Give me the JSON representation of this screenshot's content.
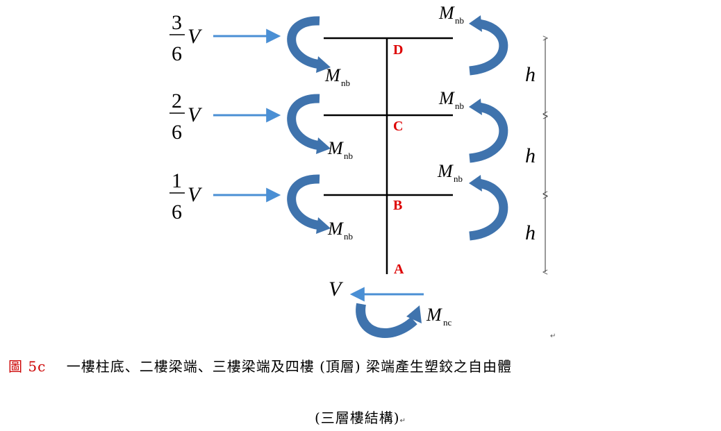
{
  "loads": [
    {
      "num": "3",
      "den": "6",
      "var": "V"
    },
    {
      "num": "2",
      "den": "6",
      "var": "V"
    },
    {
      "num": "1",
      "den": "6",
      "var": "V"
    }
  ],
  "points": {
    "D": "D",
    "C": "C",
    "B": "B",
    "A": "A"
  },
  "moment": {
    "symbol": "M",
    "beam_sub": "nb",
    "col_sub": "nc"
  },
  "height": "h",
  "base_shear": "V",
  "colors": {
    "arrow": "#4a8fd4",
    "curl": "#3f73ad",
    "point_label": "#dd0000",
    "caption_fig": "#cc0000"
  },
  "caption": {
    "fig_no": "圖 5c",
    "text": "一樓柱底、二樓梁端、三樓梁端及四樓 (頂層) 梁端產生塑鉸之自由體",
    "line2": "(三層樓結構)"
  },
  "para_mark": "↵"
}
